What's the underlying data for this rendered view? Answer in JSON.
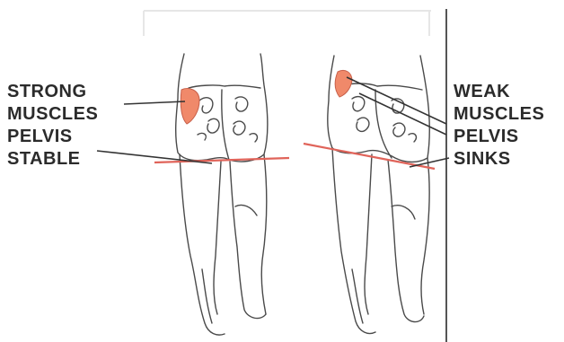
{
  "labels": {
    "left": [
      "STRONG",
      "MUSCLES",
      "PELVIS",
      "STABLE"
    ],
    "right": [
      "WEAK",
      "MUSCLES",
      "PELVIS",
      "SINKS"
    ]
  },
  "figures": {
    "left": "strong-hip-figure",
    "right": "weak-hip-figure"
  },
  "colors": {
    "muscle": "#f0896a",
    "pelvis_line": "#e0645a",
    "line_art": "#4a4a4a",
    "text": "#2b2b2b"
  }
}
